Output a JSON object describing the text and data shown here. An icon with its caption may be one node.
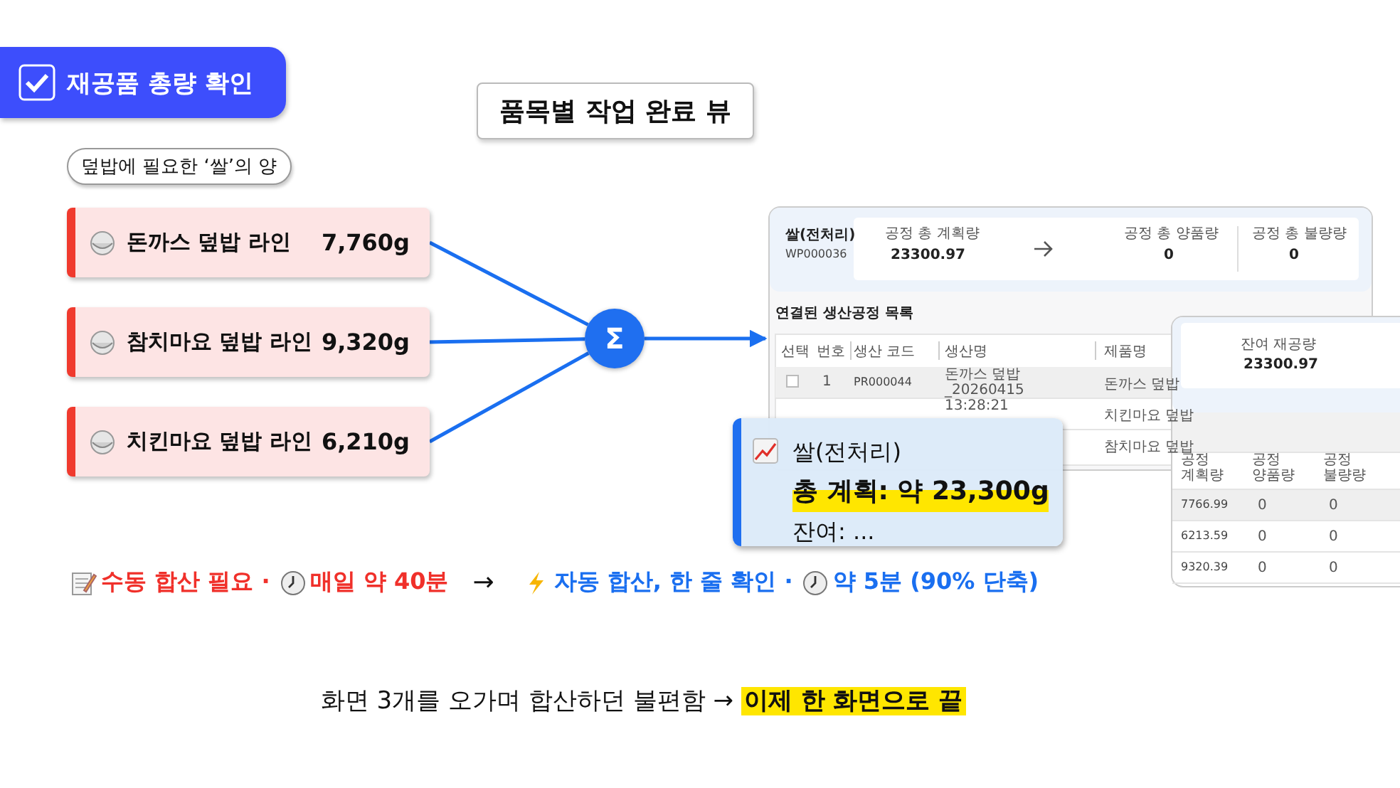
{
  "diagram": {
    "title": "품목별 작업 완료 뷰",
    "nodes": [
      {
        "text": [
          "돈까스 덮밥 라인",
          "7,760g"
        ]
      },
      {
        "text": [
          "참치마요 덮밥 라인",
          "9,320g"
        ]
      },
      {
        "text": [
          "치킨마요 덮밥 라인",
          "6,210g"
        ]
      },
      {
        "text": [
          "Σ"
        ]
      },
      {
        "text": [],
        "shape": "picture"
      },
      {
        "text": [
          "쌀(전처리)",
          "총 계획: 약 23,300g",
          "잔여: ..."
        ]
      }
    ],
    "edges": [
      {
        "from": 0,
        "to": 3,
        "arrow": "none"
      },
      {
        "from": 1,
        "to": 3,
        "arrow": "none"
      },
      {
        "from": 2,
        "to": 3,
        "arrow": "none"
      },
      {
        "from": 3,
        "to": 4,
        "arrow": "to"
      }
    ],
    "labels": [
      "재공품 총량 확인",
      "덮밥에 필요한 ‘쌀’의 양",
      "쌀(전처리)",
      "WP000036",
      "공정 총 계획량",
      "23300.97",
      "공정 총 양품량",
      "0",
      "공정 총 불량량",
      "0",
      "연결된 생산공정 목록",
      "선택",
      "번호",
      "생산 코드",
      "생산명",
      "제품명",
      "1",
      "PR000044",
      "돈까스 덮밥_20260415 13:28:21",
      "돈까스 덮밥",
      "치킨마요 덮밥",
      "참치마요 덮밥",
      "잔여 재공량",
      "23300.97",
      "공정 계획량",
      "공정 양품량",
      "공정 불량량",
      "7766.99",
      "0",
      "0",
      "6213.59",
      "0",
      "0",
      "9320.39",
      "0",
      "0",
      "수동 합산 필요 ·",
      "매일 약 40분",
      "→",
      "자동 합산, 한 줄 확인 ·",
      "약 5분 (90% 단축)",
      "화면 3개를 오가며 합산하던 불편함 → **이제 한 화면으로 끝**"
    ]
  }
}
